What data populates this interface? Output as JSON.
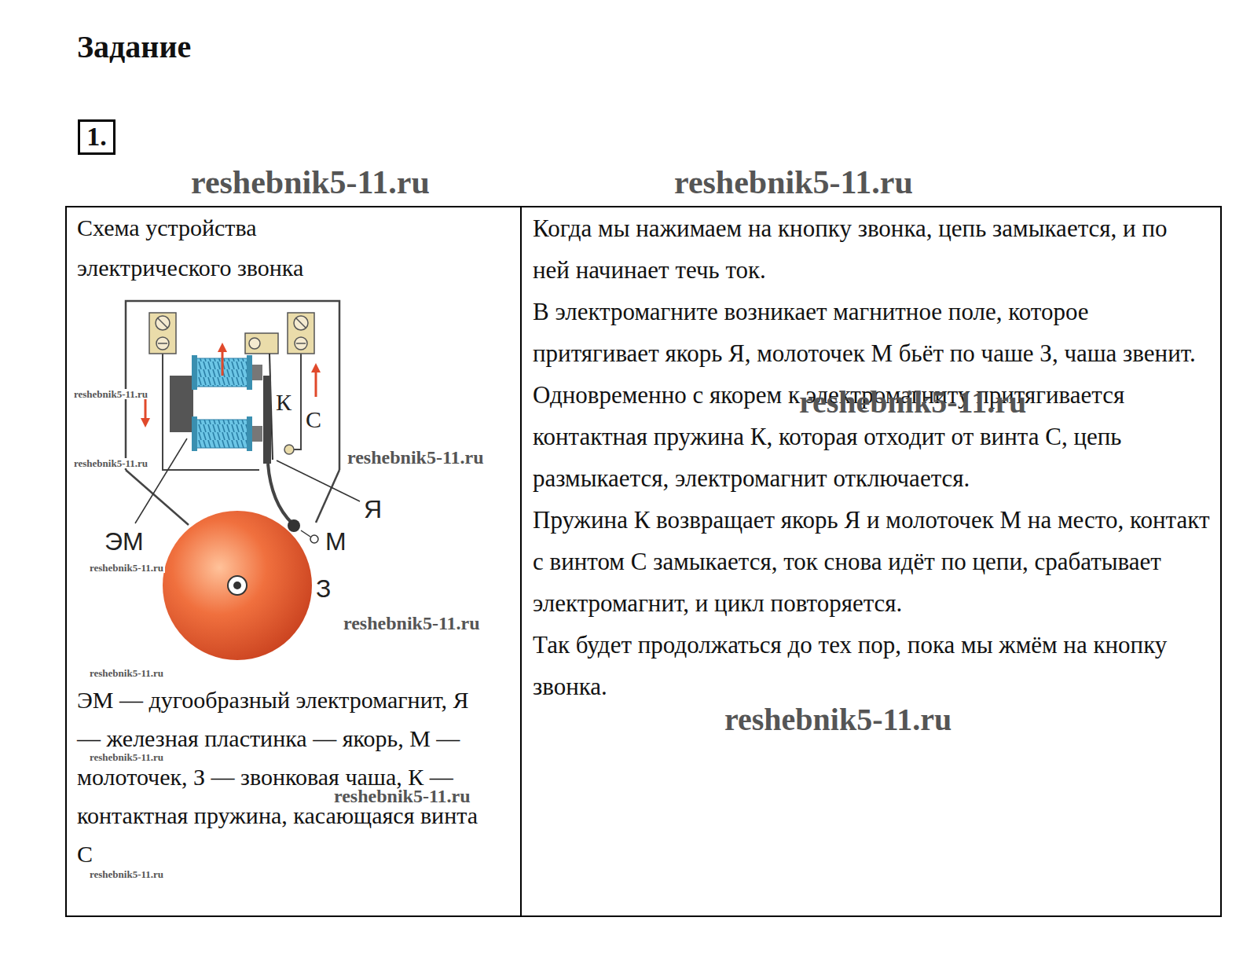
{
  "diagram": {
    "title": "Задание",
    "nodes": [
      {
        "text": [
          "1."
        ]
      },
      {
        "text": [
          "Схема устройства электрического звонка",
          "ЭМ — дугообразный электромагнит, Я — железная пластинка — якорь, М — молоточек, З — звонковая чаша, К — контактная пружина, касающаяся винта С"
        ]
      },
      {
        "text": [
          "Когда мы нажимаем на кнопку звонка, цепь замыкается, и по ней начинает течь ток.",
          "В электромагните возникает магнитное поле, которое притягивает якорь Я, молоточек М бьёт по чаше З, чаша звенит.",
          "Одновременно с якорем к электромагниту притягивается контактная пружина К, которая отходит от винта С, цепь размыкается, электромагнит отключается.",
          "Пружина К возвращает якорь Я и молоточек М на место, контакт с винтом С замыкается, ток снова идёт по цепи, срабатывает электромагнит, и цикл повторяется.",
          "Так будет продолжаться до тех пор, пока мы жмём на кнопку звонка."
        ]
      }
    ],
    "labels": [
      "К",
      "С",
      "Я",
      "ЭМ",
      "М",
      "З",
      "reshebnik5-11.ru",
      "reshebnik5-11.ru",
      "reshebnik5-11.ru",
      "reshebnik5-11.ru",
      "reshebnik5-11.ru",
      "reshebnik5-11.ru",
      "reshebnik5-11.ru",
      "reshebnik5-11.ru",
      "reshebnik5-11.ru",
      "reshebnik5-11.ru",
      "reshebnik5-11.ru",
      "reshebnik5-11.ru",
      "reshebnik5-11.ru"
    ]
  }
}
